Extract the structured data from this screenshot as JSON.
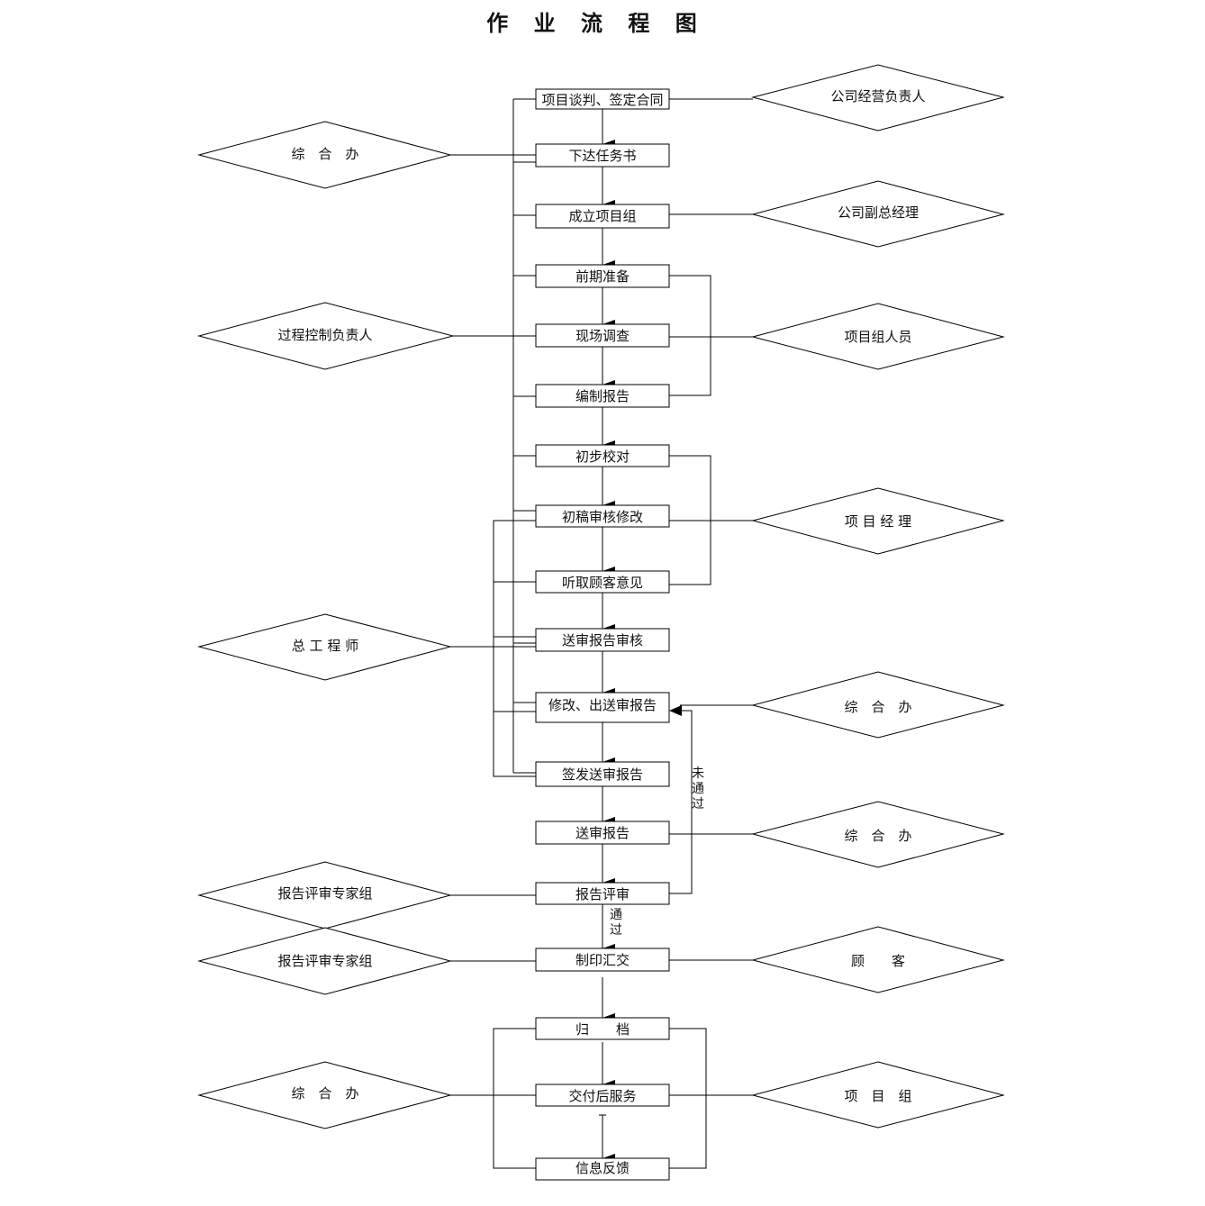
{
  "title": "作 业 流 程 图",
  "steps": [
    "项目谈判、签定合同",
    "下达任务书",
    "成立项目组",
    "前期准备",
    "现场调查",
    "编制报告",
    "初步校对",
    "初稿审核修改",
    "听取顾客意见",
    "送审报告审核",
    "修改、出送审报告",
    "签发送审报告",
    "送审报告",
    "报告评审",
    "制印汇交",
    "归　　档",
    "交付后服务",
    "信息反馈"
  ],
  "left_roles": [
    "综　合　办",
    "过程控制负责人",
    "总 工 程 师",
    "报告评审专家组",
    "报告评审专家组",
    "综　合　办"
  ],
  "right_roles": [
    "公司经营负责人",
    "公司副总经理",
    "项目组人员",
    "项 目 经 理",
    "综　合　办",
    "综　合　办",
    "顾　　客",
    "项　目　组"
  ],
  "labels": {
    "not_passed": [
      "未",
      "通",
      "过"
    ],
    "passed": [
      "通",
      "过"
    ]
  }
}
